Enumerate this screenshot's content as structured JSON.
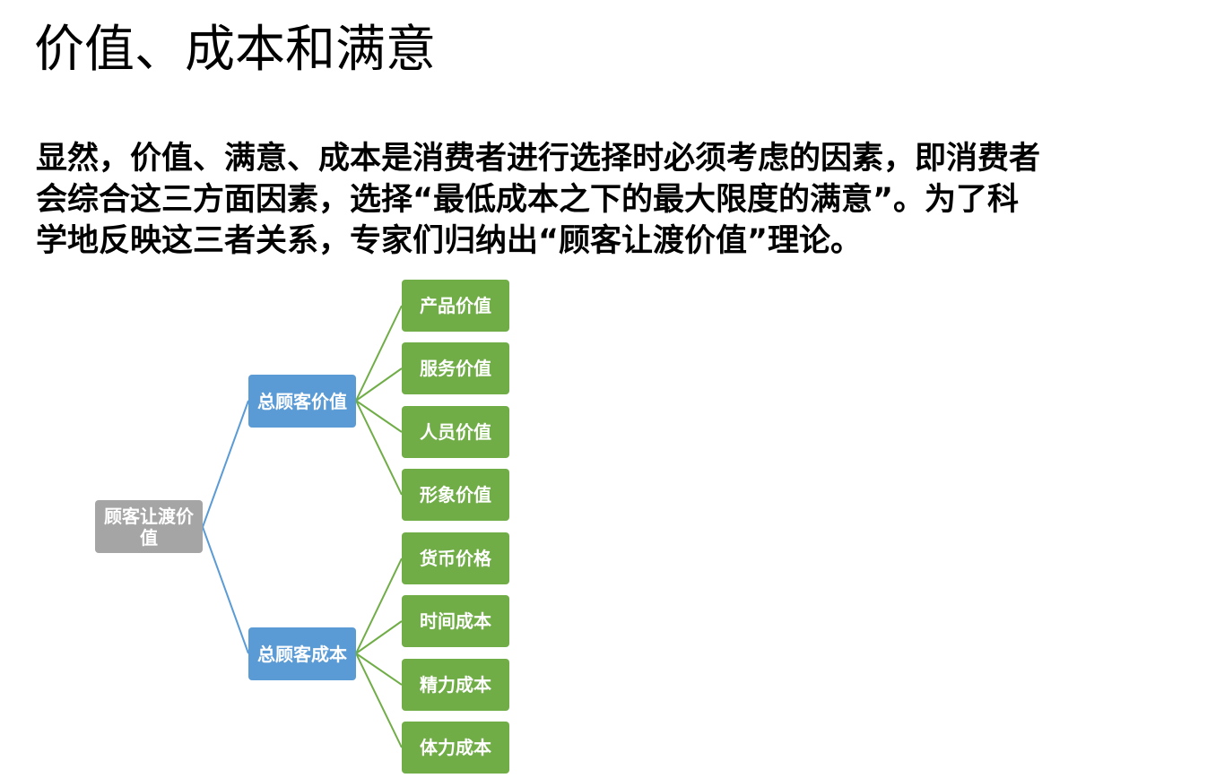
{
  "slide": {
    "title": "价值、成本和满意",
    "body_lines": [
      "显然，价值、满意、成本是消费者进行选择时必须考虑的因素，即消费者",
      "会综合这三方面因素，选择“最低成本之下的最大限度的满意”。为了科",
      "学地反映这三者关系，专家们归纳出“顾客让渡价值”理论。"
    ]
  },
  "diagram": {
    "root": "顾客让渡价值",
    "branches": [
      {
        "label": "总顾客价值",
        "children": [
          "产品价值",
          "服务价值",
          "人员价值",
          "形象价值"
        ]
      },
      {
        "label": "总顾客成本",
        "children": [
          "货币价格",
          "时间成本",
          "精力成本",
          "体力成本"
        ]
      }
    ],
    "colors": {
      "root": "#a5a5a5",
      "branch": "#5b9bd5",
      "leaf": "#70ad47",
      "root_connector": "#5b9bd5",
      "leaf_connector": "#70ad47"
    }
  }
}
